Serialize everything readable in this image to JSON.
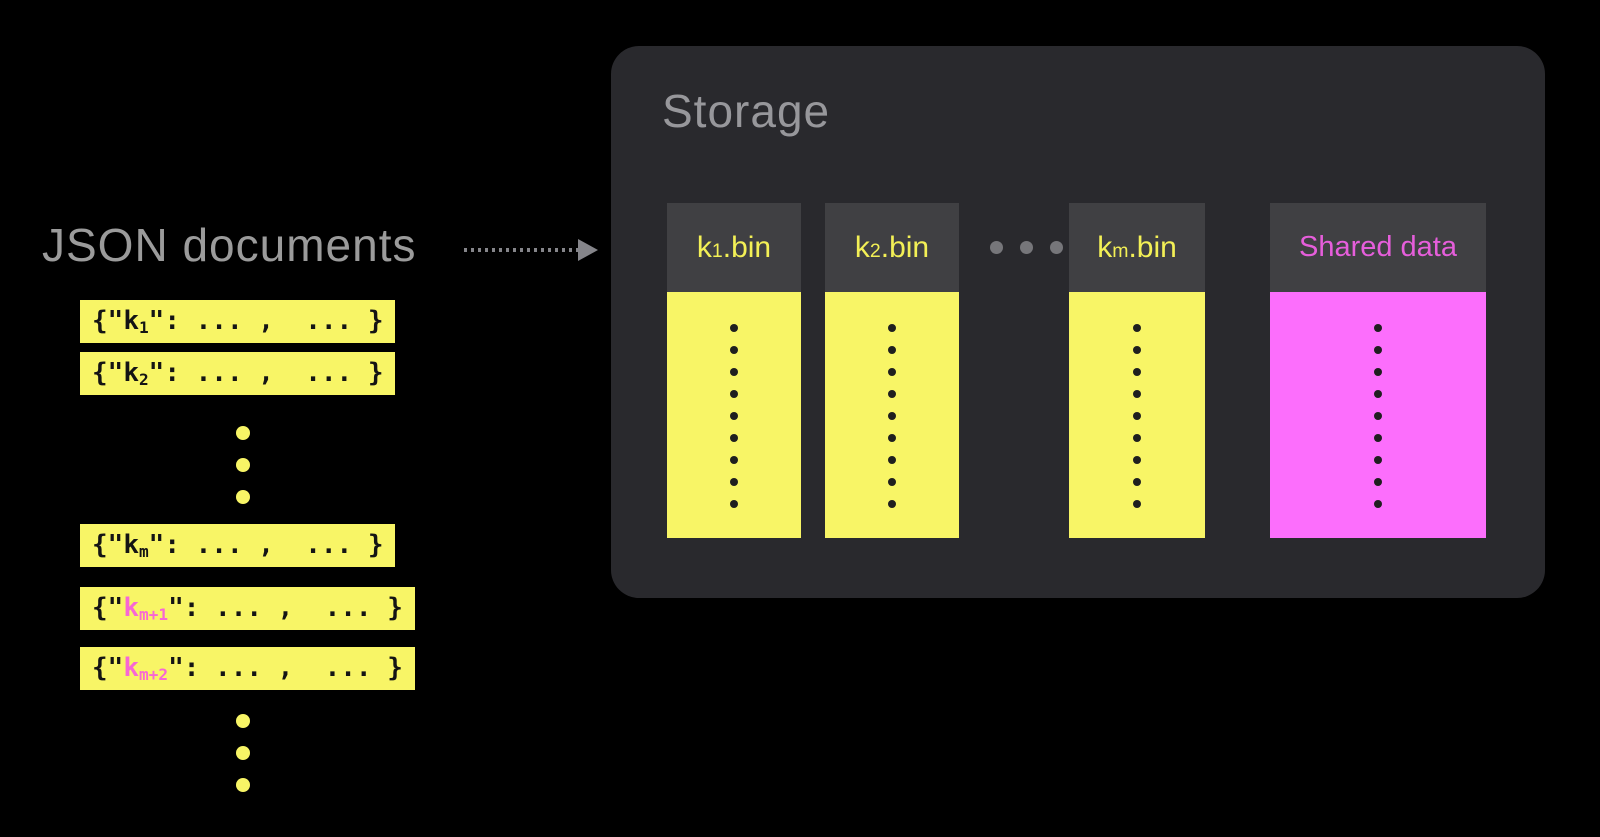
{
  "json_documents": {
    "label": "JSON documents",
    "rows": [
      {
        "open": "{\"",
        "key": "k",
        "sub": "1",
        "close": "\": ... ,  ... }",
        "highlight": false
      },
      {
        "open": "{\"",
        "key": "k",
        "sub": "2",
        "close": "\": ... ,  ... }",
        "highlight": false
      },
      {
        "open": "{\"",
        "key": "k",
        "sub": "m",
        "close": "\": ... ,  ... }",
        "highlight": false
      },
      {
        "open": "{\"",
        "key": "k",
        "sub": "m+1",
        "close": "\": ... ,  ... }",
        "highlight": true
      },
      {
        "open": "{\"",
        "key": "k",
        "sub": "m+2",
        "close": "\": ... ,  ... }",
        "highlight": true
      }
    ],
    "ellipsis_dot_count": 3
  },
  "arrow": {
    "direction": "right"
  },
  "storage": {
    "title": "Storage",
    "columns": [
      {
        "file": "k",
        "sub": "1",
        "ext": ".bin",
        "type": "bin"
      },
      {
        "file": "k",
        "sub": "2",
        "ext": ".bin",
        "type": "bin"
      },
      {
        "file": "k",
        "sub": "m",
        "ext": ".bin",
        "type": "bin"
      },
      {
        "label": "Shared data",
        "type": "shared"
      }
    ],
    "header_ellipsis_dot_count": 3,
    "column_dot_count": 9
  },
  "colors": {
    "background": "#000000",
    "panel": "#29292d",
    "header_cell": "#404043",
    "yellow": "#f8f566",
    "yellow_text": "#f3f056",
    "magenta": "#fc6efc",
    "magenta_text": "#e65edb",
    "pink_key": "#f767d4",
    "gray_text": "#9b9b9b",
    "arrow_gray": "#85858a",
    "doc_text": "#141414"
  }
}
